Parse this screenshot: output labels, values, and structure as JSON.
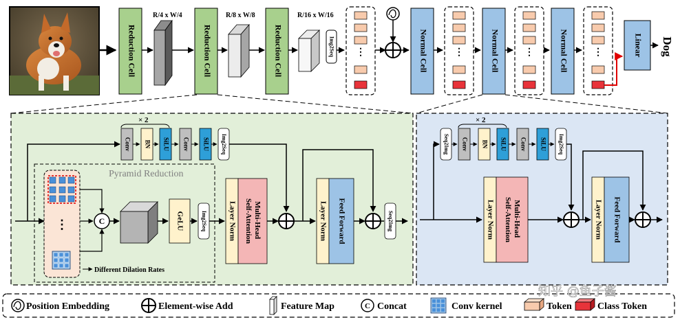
{
  "top": {
    "reduction_cell": "Reduction Cell",
    "res1": "R/4 x W/4",
    "res2": "R/8 x W/8",
    "res3": "R/16 x W/16",
    "img2seq": "Img2Seq",
    "normal_cell": "Normal Cell",
    "linear": "Linear",
    "output_label": "Dog"
  },
  "reduction_detail": {
    "times2": "× 2",
    "conv": "Conv",
    "bn": "BN",
    "silu": "SiLU",
    "img2seq": "Img2Seq",
    "pyramid_title": "Pyramid Reduction",
    "concat": "C",
    "gelu": "GeLU",
    "layer_norm": "Layer Norm",
    "mhsa": "Multi-Head Self-Attention",
    "ffn": "Feed Forward",
    "seq2img": "Seq2Img",
    "dilation_caption": "Different Dilation Rates"
  },
  "normal_detail": {
    "seq2img": "Seq2Img",
    "times2": "× 2",
    "conv": "Conv",
    "bn": "BN",
    "silu": "SiLU",
    "img2seq": "Img2Seq",
    "layer_norm": "Layer Norm",
    "mhsa": "Multi-Head Self-Attention",
    "ffn": "Feed Forward"
  },
  "legend": {
    "position_embedding": "Position Embedding",
    "element_add": "Element-wise Add",
    "feature_map": "Feature Map",
    "concat": "Concat",
    "conv_kernel": "Conv kernel",
    "token": "Token",
    "class_token": "Class Token"
  },
  "watermark": "知乎 @鱼子酱",
  "colors": {
    "cell_green": "#a8d08d",
    "normal_blue": "#9dc3e6",
    "token": "#f8cbad",
    "class_token": "#e8333a",
    "bn_yellow": "#fff2cc",
    "silu_blue": "#2e9fd8",
    "conv_gray": "#bfbfbf",
    "mhsa_pink": "#f4b6b6",
    "ffn_blue": "#9dc3e6",
    "panel_green": "#e2efd9",
    "panel_blue": "#dbe6f4",
    "arrow_red": "#e00000"
  }
}
